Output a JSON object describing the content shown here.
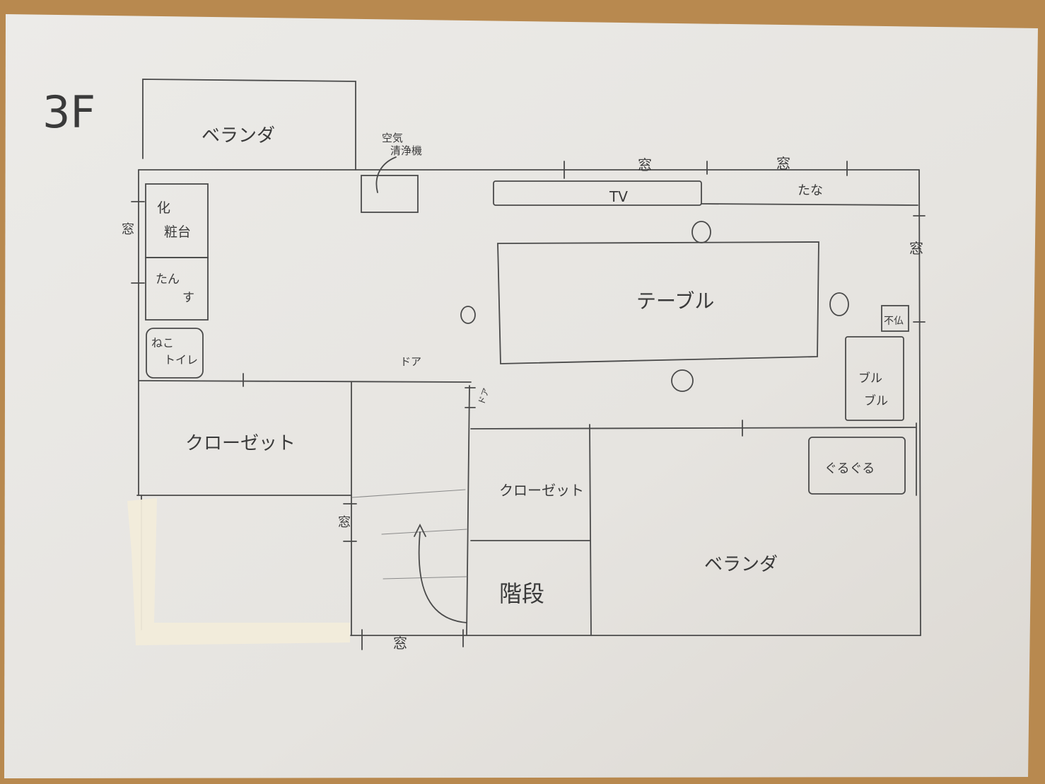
{
  "floor_label": "3F",
  "rooms": {
    "veranda_top": "ベランダ",
    "veranda_bottom": "ベランダ",
    "closet_left": "クローゼット",
    "closet_right": "クローゼット",
    "stairs": "階段"
  },
  "furniture": {
    "air_purifier": [
      "空気",
      "清浄機"
    ],
    "tv": "TV",
    "shelf": "たな",
    "table": "テーブル",
    "vanity": [
      "化",
      "粧台"
    ],
    "dresser": [
      "たん",
      "す"
    ],
    "cat_toilet": [
      "ねこ",
      "トイレ"
    ],
    "pet_item_1": [
      "ブル",
      "ブル"
    ],
    "pet_item_2": "ぐるぐる",
    "small_box": "不仏"
  },
  "labels": {
    "window": "窓",
    "door": "ドア"
  },
  "colors": {
    "paper": "#e9e7e3",
    "ink": "#4a4a4a",
    "tape": "#f2ecda",
    "desk": "#b8894f"
  }
}
